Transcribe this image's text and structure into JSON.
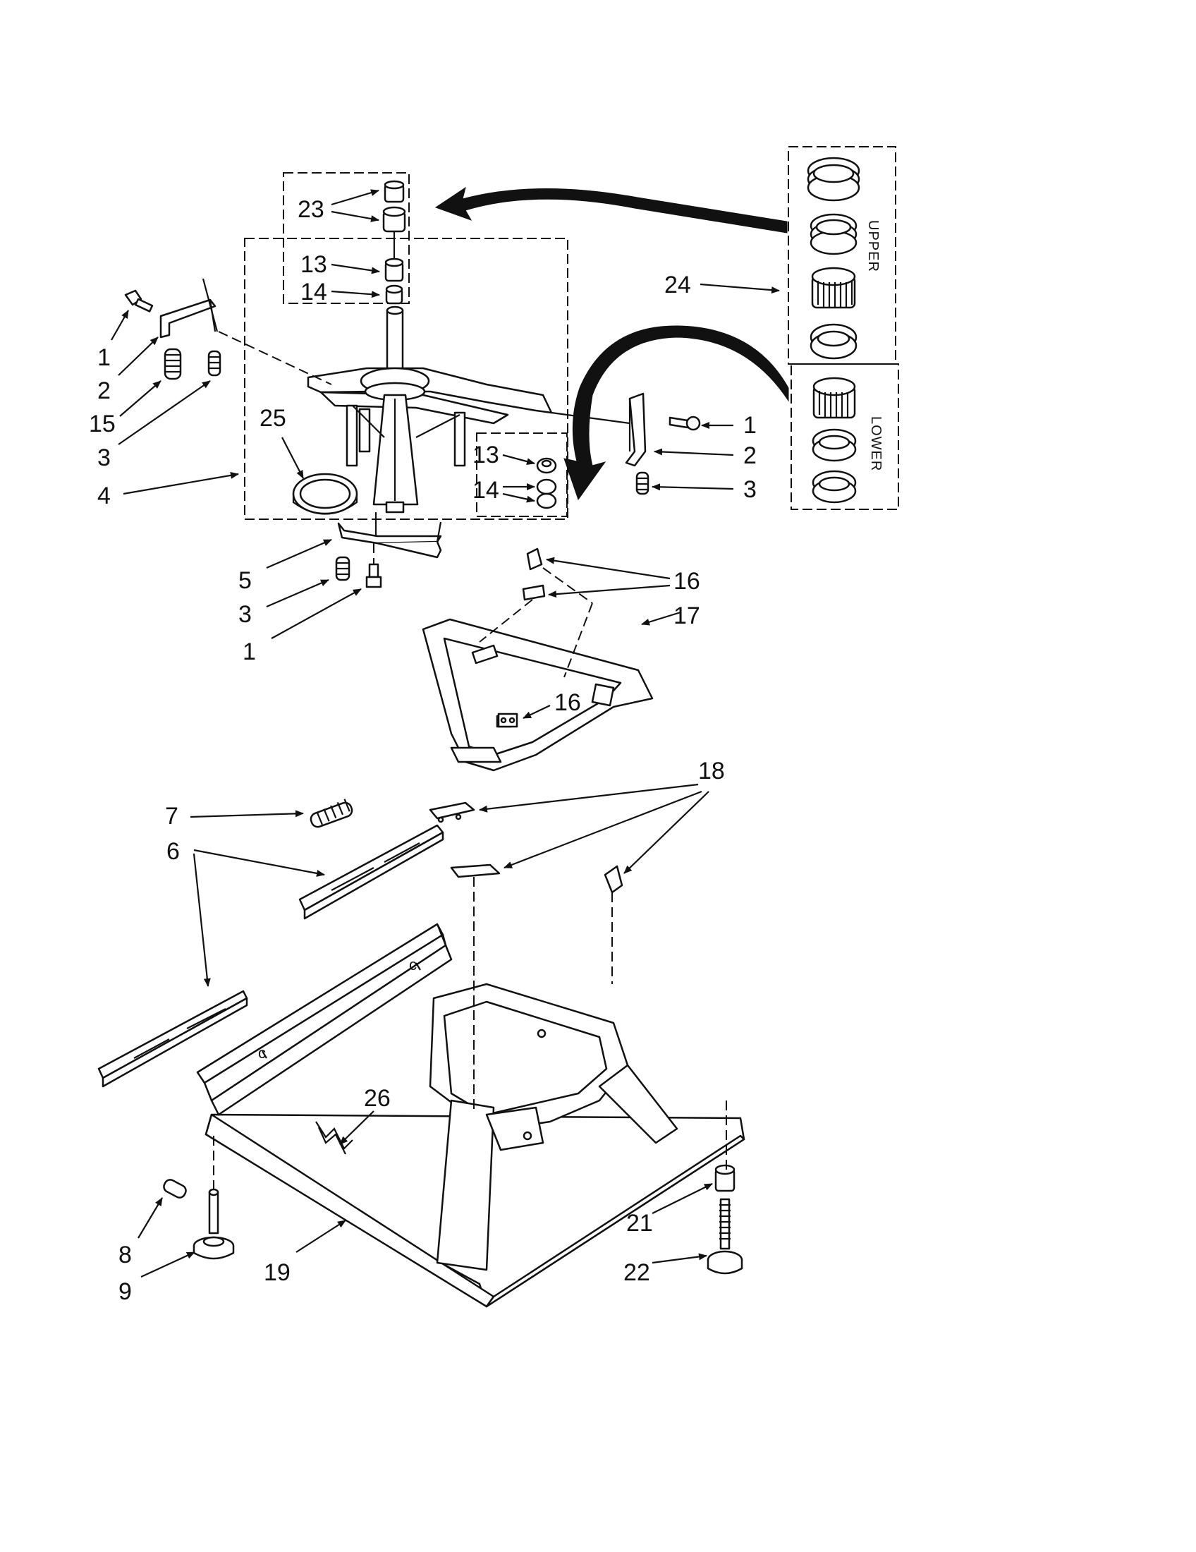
{
  "colors": {
    "ink": "#111111",
    "paper": "#ffffff"
  },
  "kit_box": {
    "upper_label": "UPPER",
    "lower_label": "LOWER"
  },
  "callouts": [
    {
      "id": "c23",
      "text": "23"
    },
    {
      "id": "c13a",
      "text": "13"
    },
    {
      "id": "c14a",
      "text": "14"
    },
    {
      "id": "c24",
      "text": "24"
    },
    {
      "id": "c1a",
      "text": "1"
    },
    {
      "id": "c2a",
      "text": "2"
    },
    {
      "id": "c15",
      "text": "15"
    },
    {
      "id": "c3a",
      "text": "3"
    },
    {
      "id": "c25",
      "text": "25"
    },
    {
      "id": "c4",
      "text": "4"
    },
    {
      "id": "c1b",
      "text": "1"
    },
    {
      "id": "c2b",
      "text": "2"
    },
    {
      "id": "c3b",
      "text": "3"
    },
    {
      "id": "c13b",
      "text": "13"
    },
    {
      "id": "c14b",
      "text": "14"
    },
    {
      "id": "c5",
      "text": "5"
    },
    {
      "id": "c3c",
      "text": "3"
    },
    {
      "id": "c1c",
      "text": "1"
    },
    {
      "id": "c16a",
      "text": "16"
    },
    {
      "id": "c17",
      "text": "17"
    },
    {
      "id": "c16b",
      "text": "16"
    },
    {
      "id": "c18",
      "text": "18"
    },
    {
      "id": "c7",
      "text": "7"
    },
    {
      "id": "c6",
      "text": "6"
    },
    {
      "id": "c26",
      "text": "26"
    },
    {
      "id": "c8",
      "text": "8"
    },
    {
      "id": "c9",
      "text": "9"
    },
    {
      "id": "c19",
      "text": "19"
    },
    {
      "id": "c21",
      "text": "21"
    },
    {
      "id": "c22",
      "text": "22"
    }
  ]
}
